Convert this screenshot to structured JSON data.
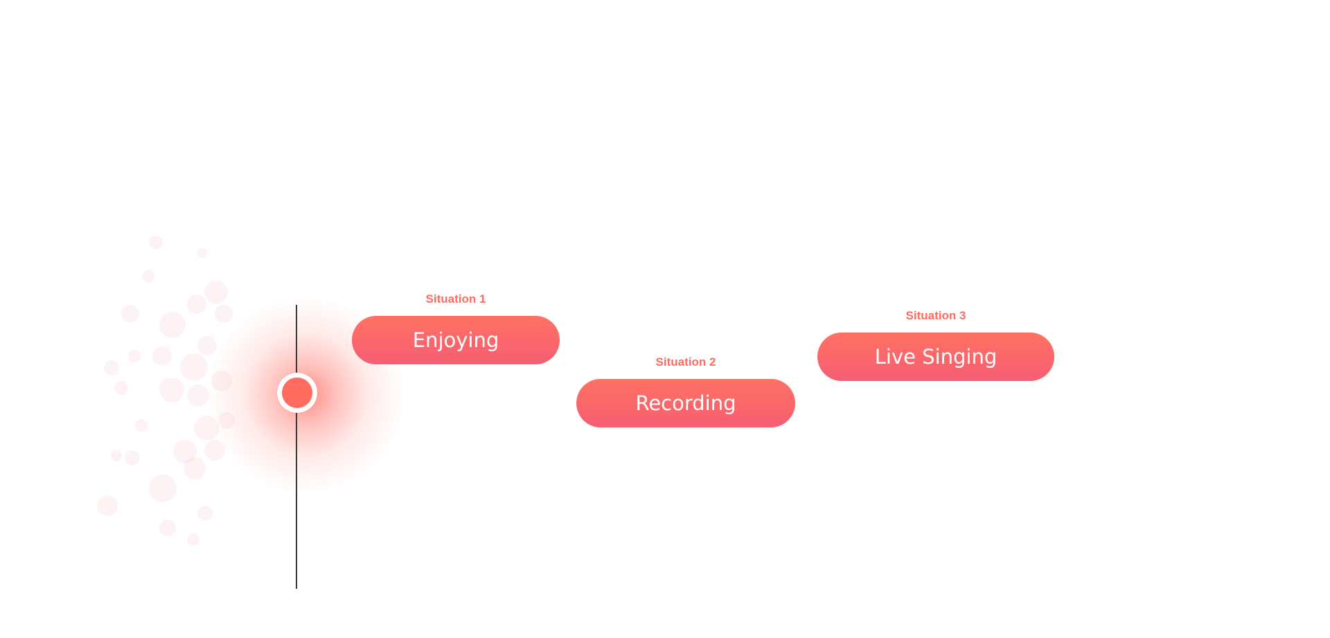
{
  "situations": [
    {
      "label": "Situation 1",
      "title": "Enjoying"
    },
    {
      "label": "Situation 2",
      "title": "Recording"
    },
    {
      "label": "Situation 3",
      "title": "Live Singing"
    }
  ],
  "colors": {
    "accent": "#ff6b5e",
    "pill_top": "#ff7163",
    "pill_bottom": "#f65e72",
    "timeline": "#3a3a3a",
    "background": "#ffffff"
  },
  "icons": {
    "marker": "timeline-marker-icon"
  }
}
